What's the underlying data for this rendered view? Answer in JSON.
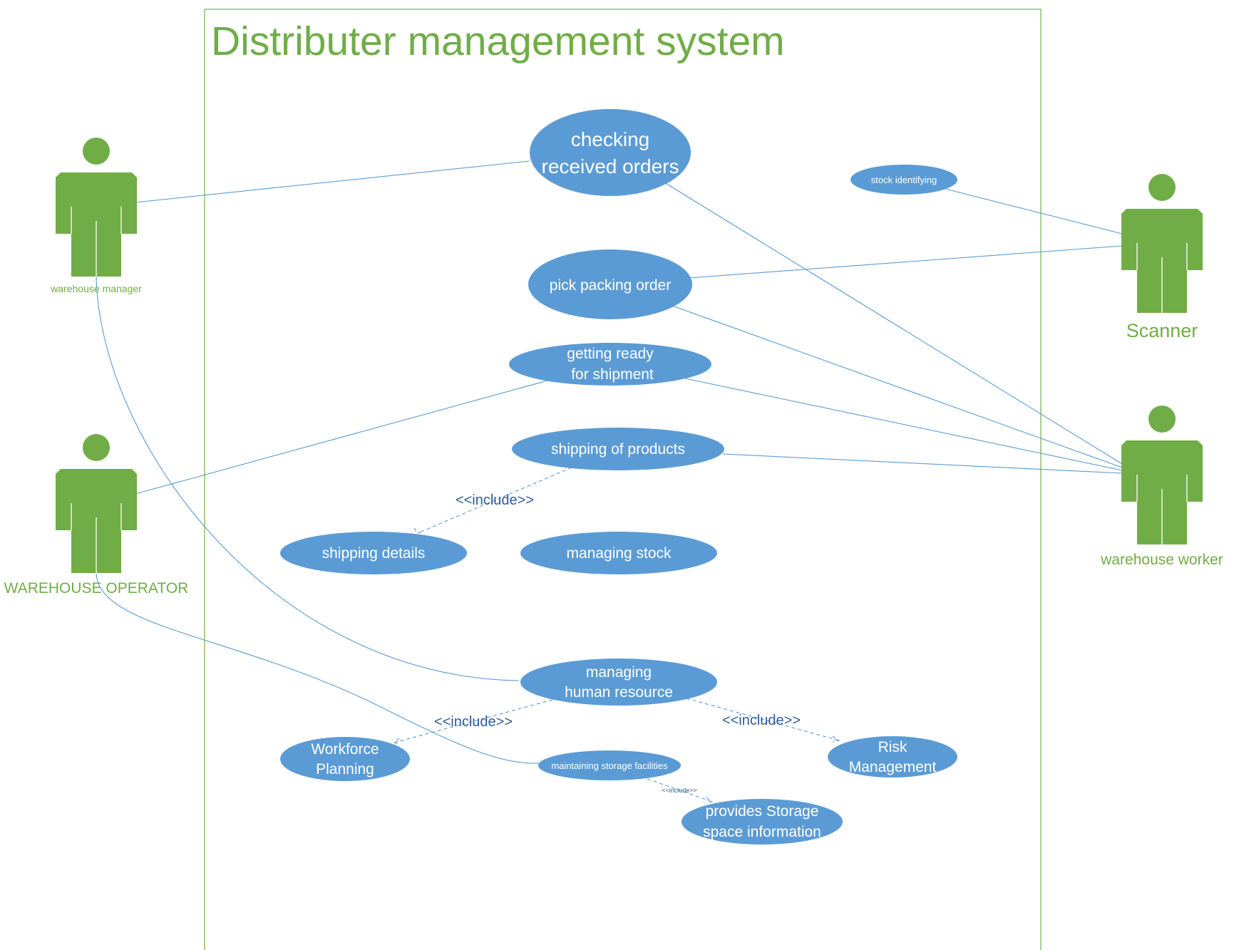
{
  "diagram": {
    "title": "Distributer management system",
    "colors": {
      "boundary": "#70ad47",
      "actor": "#70ad47",
      "usecase": "#5b9bd5",
      "line": "#5b9bd5",
      "include_label": "#2e5c9a"
    },
    "actors": [
      {
        "id": "warehouse_manager",
        "label": "warehouse manager"
      },
      {
        "id": "warehouse_operator",
        "label": "WAREHOUSE OPERATOR"
      },
      {
        "id": "scanner",
        "label": "Scanner"
      },
      {
        "id": "warehouse_worker",
        "label": "warehouse worker"
      }
    ],
    "usecases": [
      {
        "id": "checking_received_orders",
        "lines": [
          "checking",
          "received orders"
        ]
      },
      {
        "id": "stock_identifying",
        "lines": [
          "stock identifying"
        ]
      },
      {
        "id": "pick_packing_order",
        "lines": [
          "pick packing order"
        ]
      },
      {
        "id": "getting_ready",
        "lines": [
          "getting ready",
          "for shipment"
        ]
      },
      {
        "id": "shipping_of_products",
        "lines": [
          "shipping of products"
        ]
      },
      {
        "id": "shipping_details",
        "lines": [
          "shipping details"
        ]
      },
      {
        "id": "managing_stock",
        "lines": [
          "managing stock"
        ]
      },
      {
        "id": "managing_human_resource",
        "lines": [
          "managing",
          "human resource"
        ]
      },
      {
        "id": "workforce_planning",
        "lines": [
          "Workforce",
          "Planning"
        ]
      },
      {
        "id": "maintaining_storage",
        "lines": [
          "maintaining storage facilities"
        ]
      },
      {
        "id": "risk_management",
        "lines": [
          "Risk",
          "Management"
        ]
      },
      {
        "id": "storage_space_info",
        "lines": [
          "provides Storage",
          "space information"
        ]
      }
    ],
    "associations": [
      [
        "warehouse_manager",
        "checking_received_orders"
      ],
      [
        "warehouse_manager",
        "managing_human_resource"
      ],
      [
        "warehouse_operator",
        "getting_ready"
      ],
      [
        "warehouse_operator",
        "maintaining_storage"
      ],
      [
        "scanner",
        "stock_identifying"
      ],
      [
        "scanner",
        "pick_packing_order"
      ],
      [
        "warehouse_worker",
        "checking_received_orders"
      ],
      [
        "warehouse_worker",
        "pick_packing_order"
      ],
      [
        "warehouse_worker",
        "getting_ready"
      ],
      [
        "warehouse_worker",
        "shipping_of_products"
      ]
    ],
    "includes": [
      {
        "from": "shipping_of_products",
        "to": "shipping_details",
        "label": "<<include>>"
      },
      {
        "from": "managing_human_resource",
        "to": "workforce_planning",
        "label": "<<include>>"
      },
      {
        "from": "managing_human_resource",
        "to": "risk_management",
        "label": "<<include>>"
      },
      {
        "from": "maintaining_storage",
        "to": "storage_space_info",
        "label": "<<include>>"
      }
    ]
  }
}
